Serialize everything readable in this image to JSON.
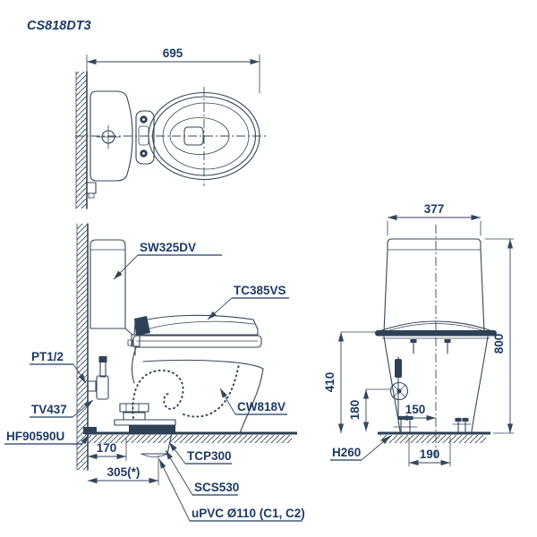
{
  "title": "CS818DT3",
  "colors": {
    "line": "#33465a",
    "text": "#1d3a63",
    "background": "#ffffff"
  },
  "top_view": {
    "dim_width": "695"
  },
  "side_view": {
    "label_tank": "SW325DV",
    "label_seat": "TC385VS",
    "label_supply": "PT1/2",
    "label_stop_valve": "TV437",
    "label_bolt_cap": "HF90590U",
    "label_bowl": "CW818V",
    "label_outlet": "TCP300",
    "label_connector": "SCS530",
    "label_drain": "uPVC Ø110 (C1, C2)",
    "dim_outlet_offset": "170",
    "dim_rough_in": "305(*)"
  },
  "front_view": {
    "dim_width": "377",
    "dim_height": "800",
    "dim_seat_height": "410",
    "dim_valve_height": "180",
    "dim_valve_offset": "150",
    "dim_bolt_spacing": "190",
    "label_floor": "H260"
  }
}
